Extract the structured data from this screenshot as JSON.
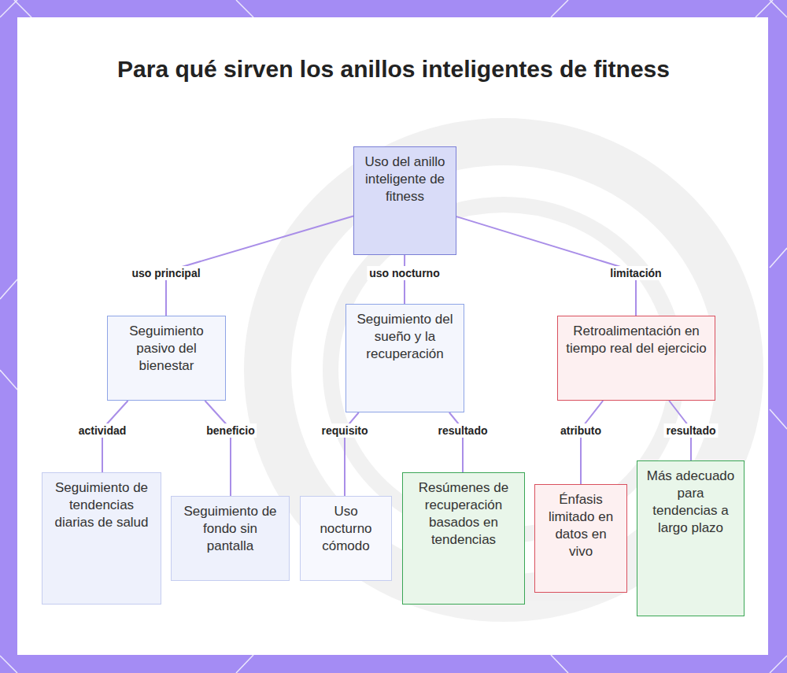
{
  "diagram": {
    "title": "Para qué sirven los anillos inteligentes de fitness",
    "nodes": [
      {
        "text": [
          "Uso del anillo inteligente de fitness"
        ]
      },
      {
        "text": [
          "Seguimiento pasivo del bienestar"
        ]
      },
      {
        "text": [
          "Seguimiento del sueño y la recuperación"
        ]
      },
      {
        "text": [
          "Retroalimentación en tiempo real del ejercicio"
        ]
      },
      {
        "text": [
          "Seguimiento de tendencias diarias de salud"
        ]
      },
      {
        "text": [
          "Seguimiento de fondo sin pantalla"
        ]
      },
      {
        "text": [
          "Uso nocturno cómodo"
        ]
      },
      {
        "text": [
          "Resúmenes de recuperación basados en tendencias"
        ]
      },
      {
        "text": [
          "Énfasis limitado en datos en vivo"
        ]
      },
      {
        "text": [
          "Más adecuado para tendencias a largo plazo"
        ]
      }
    ],
    "edges": [
      {
        "from": 0,
        "to": 1,
        "label": "uso principal",
        "arrow": "none"
      },
      {
        "from": 0,
        "to": 2,
        "label": "uso nocturno",
        "arrow": "none"
      },
      {
        "from": 0,
        "to": 3,
        "label": "limitación",
        "arrow": "none"
      },
      {
        "from": 1,
        "to": 4,
        "label": "actividad",
        "arrow": "none"
      },
      {
        "from": 1,
        "to": 5,
        "label": "beneficio",
        "arrow": "none"
      },
      {
        "from": 2,
        "to": 6,
        "label": "requisito",
        "arrow": "none"
      },
      {
        "from": 2,
        "to": 7,
        "label": "resultado",
        "arrow": "none"
      },
      {
        "from": 3,
        "to": 8,
        "label": "atributo",
        "arrow": "none"
      },
      {
        "from": 3,
        "to": 9,
        "label": "resultado",
        "arrow": "none"
      }
    ]
  }
}
